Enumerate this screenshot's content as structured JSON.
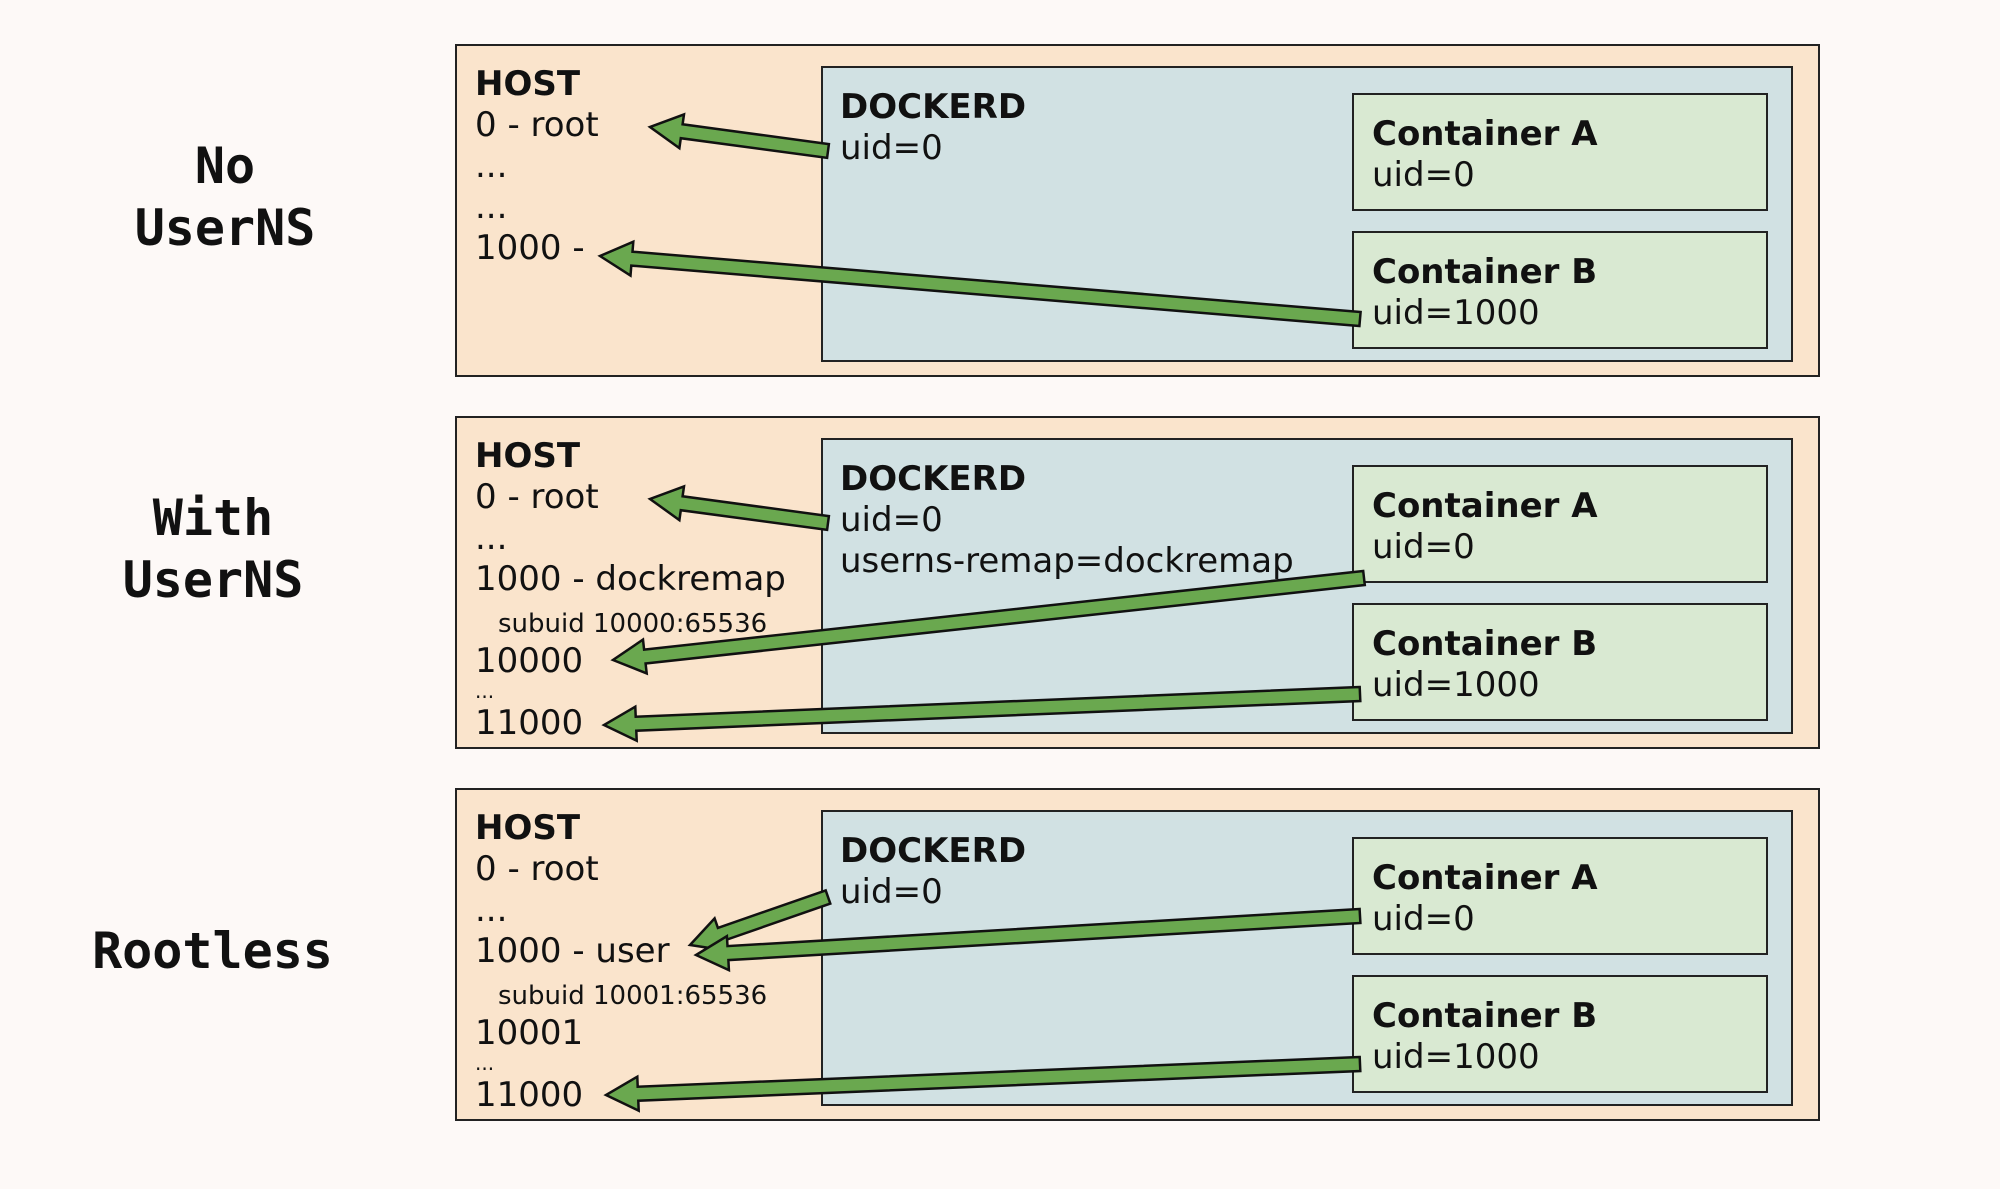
{
  "sections": [
    {
      "title": "No\nUserNS",
      "host": {
        "label": "HOST",
        "lines": [
          "0 - root",
          "...",
          "...",
          "1000 -"
        ]
      },
      "dockerd": {
        "label": "DOCKERD",
        "lines": [
          "uid=0"
        ]
      },
      "containers": [
        {
          "label": "Container A",
          "uid": "uid=0"
        },
        {
          "label": "Container B",
          "uid": "uid=1000"
        }
      ]
    },
    {
      "title": "With\nUserNS",
      "host": {
        "label": "HOST",
        "lines": [
          "0 - root",
          "...",
          "1000 - dockremap"
        ],
        "subuid": "subuid 10000:65536",
        "lines_after": [
          "10000",
          "...",
          "11000"
        ]
      },
      "dockerd": {
        "label": "DOCKERD",
        "lines": [
          "uid=0",
          "userns-remap=dockremap"
        ]
      },
      "containers": [
        {
          "label": "Container A",
          "uid": "uid=0"
        },
        {
          "label": "Container B",
          "uid": "uid=1000"
        }
      ]
    },
    {
      "title": "Rootless",
      "host": {
        "label": "HOST",
        "lines": [
          "0 - root",
          "...",
          "1000 - user"
        ],
        "subuid": "subuid 10001:65536",
        "lines_after": [
          "10001",
          "...",
          "11000"
        ]
      },
      "dockerd": {
        "label": "DOCKERD",
        "lines": [
          "uid=0"
        ]
      },
      "containers": [
        {
          "label": "Container A",
          "uid": "uid=0"
        },
        {
          "label": "Container B",
          "uid": "uid=1000"
        }
      ]
    }
  ],
  "colors": {
    "background": "#fdf9f7",
    "host": "#fae4cc",
    "dockerd": "#d1e1e3",
    "container": "#d9e9d2",
    "arrow_fill": "#6aa84f",
    "arrow_stroke": "#111111"
  }
}
